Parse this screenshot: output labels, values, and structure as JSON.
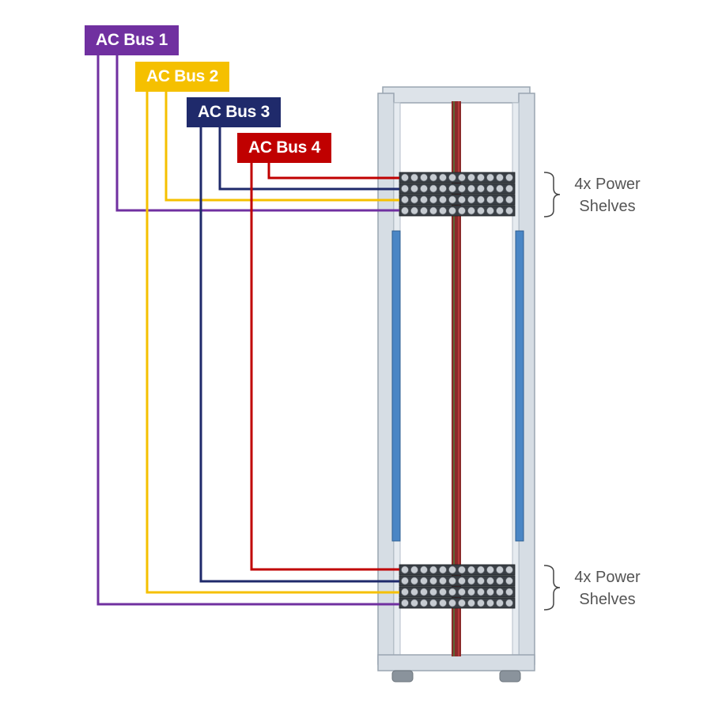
{
  "buses": [
    {
      "label": "AC Bus 1",
      "color": "#7030a0"
    },
    {
      "label": "AC Bus 2",
      "color": "#f5c000"
    },
    {
      "label": "AC Bus 3",
      "color": "#1f2a6b"
    },
    {
      "label": "AC Bus 4",
      "color": "#c00000"
    }
  ],
  "shelves": {
    "upper_label_line1": "4x Power",
    "upper_label_line2": "Shelves",
    "lower_label_line1": "4x Power",
    "lower_label_line2": "Shelves"
  },
  "colors": {
    "rack_frame": "#cfd6de",
    "rack_edge": "#9aa5b1",
    "pdu_strip": "#4a86c5",
    "shelf": "#3a3f45",
    "label_text": "#555555"
  }
}
